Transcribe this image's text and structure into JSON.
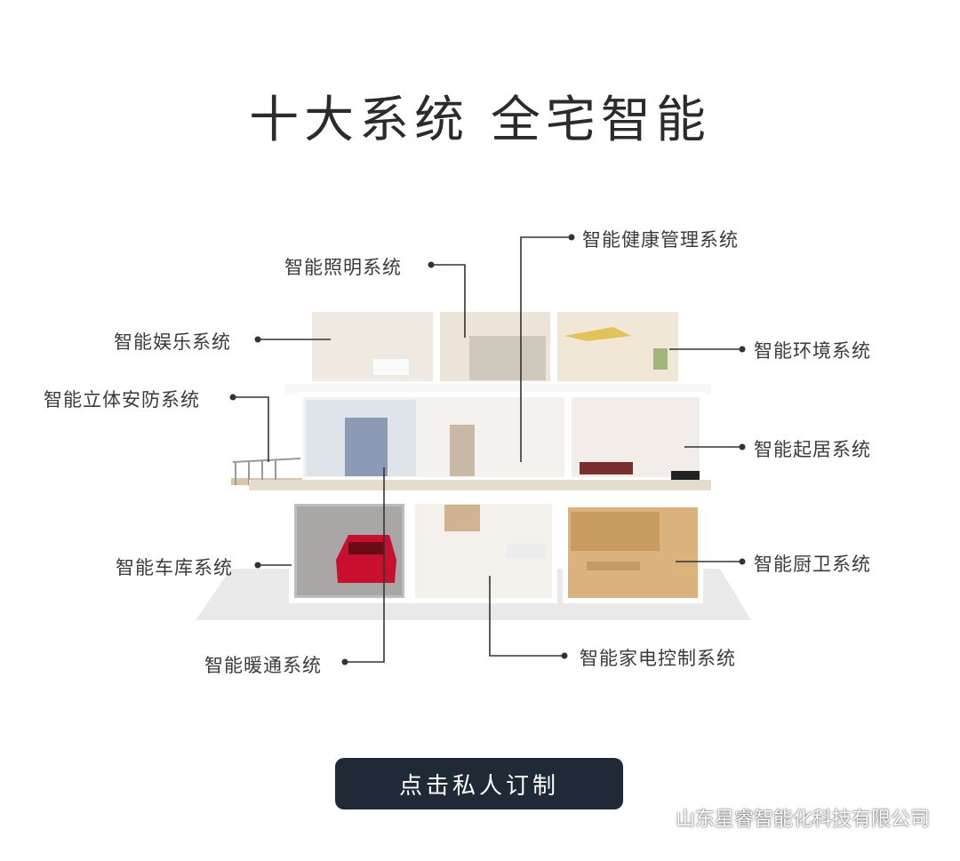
{
  "title": "十大系统  全宅智能",
  "labels": {
    "lighting": "智能照明系统",
    "health": "智能健康管理系统",
    "entertainment": "智能娱乐系统",
    "environment": "智能环境系统",
    "security": "智能立体安防系统",
    "living": "智能起居系统",
    "garage": "智能车库系统",
    "kitchen": "智能厨卫系统",
    "hvac": "智能暖通系统",
    "appliance": "智能家电控制系统"
  },
  "cta": {
    "label": "点击私人订制"
  },
  "watermark": {
    "text": "山东星睿智能化科技有限公司",
    "icon": "wechat-icon"
  },
  "colors": {
    "cta_bg": "#1f2a36",
    "line": "#333333"
  }
}
